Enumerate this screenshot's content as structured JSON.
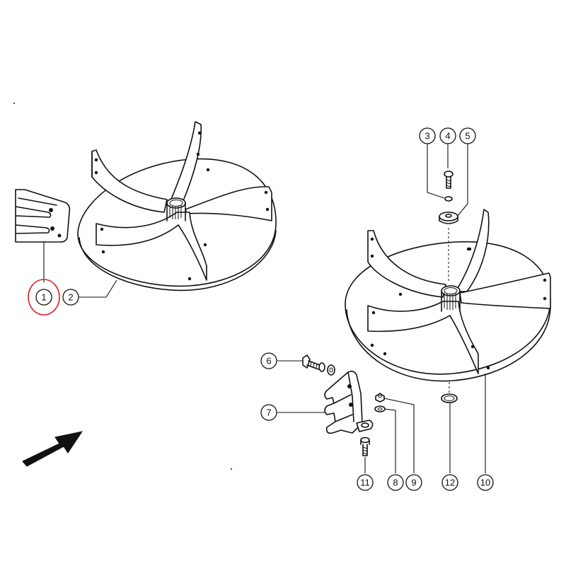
{
  "callouts": {
    "c1": "1",
    "c2": "2",
    "c3": "3",
    "c4": "4",
    "c5": "5",
    "c6": "6",
    "c7": "7",
    "c8": "8",
    "c9": "9",
    "c10": "10",
    "c11": "11",
    "c12": "12"
  },
  "highlight_color": "#d9262b",
  "direction_arrow_icon": "arrow-up-right-icon"
}
